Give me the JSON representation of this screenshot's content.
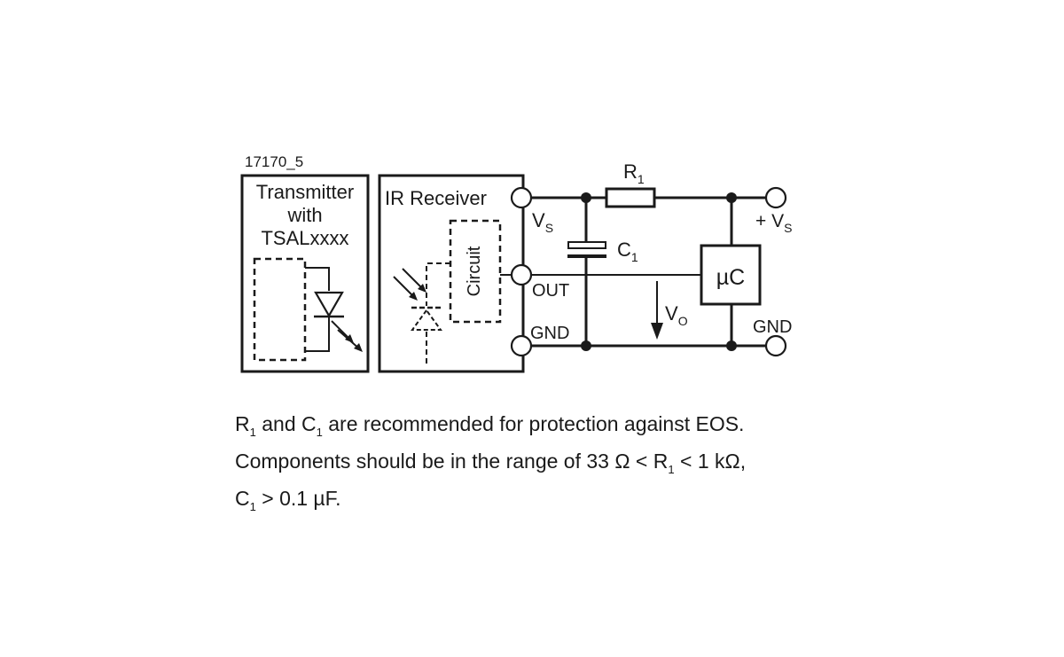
{
  "figure_id": "17170_5",
  "transmitter": {
    "line1": "Transmitter",
    "line2": "with",
    "line3": "TSALxxxx"
  },
  "receiver": {
    "title": "IR Receiver",
    "circuit": "Circuit"
  },
  "pins": {
    "vs": "V",
    "vs_sub": "S",
    "out": "OUT",
    "gnd": "GND"
  },
  "components": {
    "r": "R",
    "r_sub": "1",
    "c": "C",
    "c_sub": "1",
    "uc": "µC"
  },
  "rails": {
    "plus_vs": "+ V",
    "plus_vs_sub": "S",
    "gnd": "GND"
  },
  "vo": {
    "label": "V",
    "sub": "O"
  },
  "note": {
    "l1a": "R",
    "l1a_sub": "1",
    "l1b": " and C",
    "l1b_sub": "1",
    "l1c": " are recommended for protection against EOS.",
    "l2a": "Components should be in the range of 33 Ω < R",
    "l2a_sub": "1",
    "l2b": " < 1 kΩ,",
    "l3a": "C",
    "l3a_sub": "1",
    "l3b": " > 0.1 µF."
  }
}
